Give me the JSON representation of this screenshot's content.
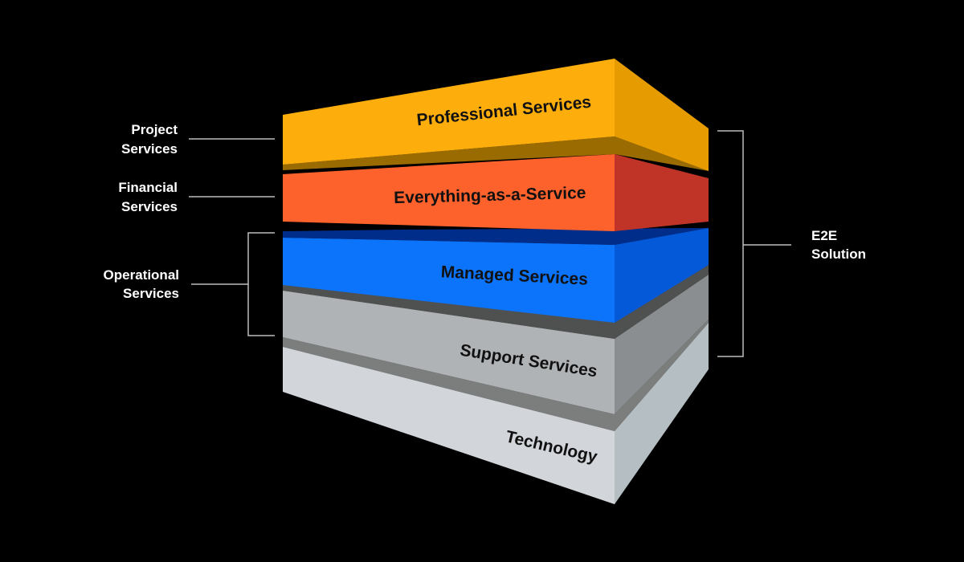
{
  "layers": [
    {
      "label": "Professional Services",
      "front": "#fdae0c",
      "side": "#e69c00",
      "under": "#9a6b00"
    },
    {
      "label": "Everything-as-a-Service",
      "front": "#fd612c",
      "side": "#bf3426"
    },
    {
      "label": "Managed Services",
      "front": "#0b74fb",
      "side": "#0359d8",
      "top": "#002c8a"
    },
    {
      "label": "Support Services",
      "front": "#b0b3b6",
      "side": "#8b8e90",
      "top": "#4f5050"
    },
    {
      "label": "Technology",
      "front": "#d2d6db",
      "side": "#b5bec2",
      "top": "#7c7e7d"
    }
  ],
  "left_labels": {
    "project": [
      "Project",
      "Services"
    ],
    "financial": [
      "Financial",
      "Services"
    ],
    "operational": [
      "Operational",
      "Services"
    ]
  },
  "right_label": [
    "E2E",
    "Solution"
  ],
  "colors": {
    "background": "#000000",
    "connector": "#bdbdbd"
  }
}
